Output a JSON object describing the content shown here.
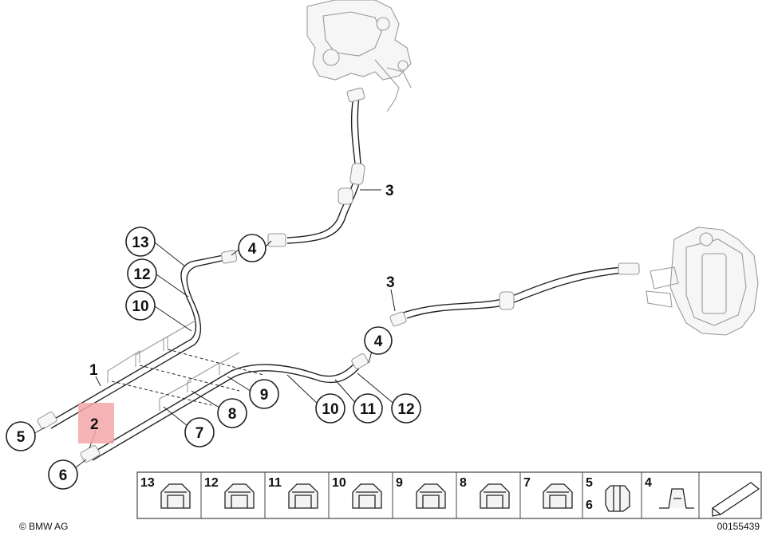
{
  "callouts": {
    "c13": "13",
    "c12": "12",
    "c10": "10",
    "c4a": "4",
    "c4b": "4",
    "c9": "9",
    "c8": "8",
    "c7": "7",
    "c10b": "10",
    "c11": "11",
    "c12b": "12",
    "c5": "5",
    "c6": "6"
  },
  "labels": {
    "l3a": "3",
    "l3b": "3",
    "l1": "1",
    "l2": "2"
  },
  "highlight_color": "#f4a6a8",
  "parts_strip": [
    {
      "num": "13",
      "icon": "clip-icon"
    },
    {
      "num": "12",
      "icon": "clip-icon"
    },
    {
      "num": "11",
      "icon": "clip-icon"
    },
    {
      "num": "10",
      "icon": "clip-icon"
    },
    {
      "num": "9",
      "icon": "clip-icon"
    },
    {
      "num": "8",
      "icon": "clip-icon"
    },
    {
      "num": "7",
      "icon": "clip-icon"
    },
    {
      "num": "5",
      "num2": "6",
      "icon": "union-nut-icon"
    },
    {
      "num": "4",
      "icon": "bracket-icon"
    },
    {
      "num": "",
      "icon": "arrow-icon"
    }
  ],
  "footer": {
    "copyright": "© BMW AG",
    "code": "00155439"
  }
}
